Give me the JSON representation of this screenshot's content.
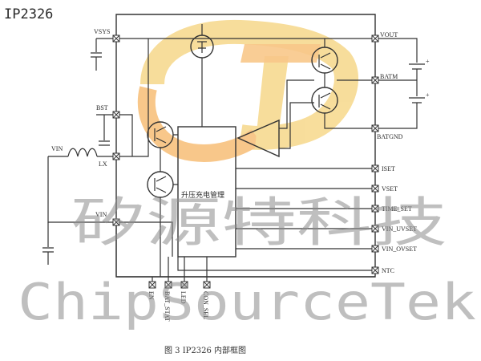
{
  "chip_name": "IP2326",
  "caption": "图 3   IP2326 内部框图",
  "block_label": "升压充电管理",
  "watermark": {
    "chinese": "矽源特科技",
    "english": "ChipSourceTek",
    "logo": "ST"
  },
  "pins_left": {
    "vsys": "VSYS",
    "bst": "BST",
    "lx": "LX",
    "vin": "VIN"
  },
  "external_vin_label": "VIN",
  "pins_right": {
    "vout": "VOUT",
    "batm": "BATM",
    "batgnd": "BATGND",
    "iset": "ISET",
    "vset": "VSET",
    "time_set": "TIME_SET",
    "vin_uvset": "VIN_UVSET",
    "vin_ovset": "VIN_OVSET",
    "ntc": "NTC"
  },
  "pins_bottom": {
    "en": "EN",
    "bat_stat": "BAT_STAT",
    "led": "LED",
    "con_sel": "CON_SEL"
  },
  "colors": {
    "logo_gold": "#f2c24a",
    "logo_orange": "#f39a2b",
    "watermark_gray": "#8c8c8c",
    "line": "#333333"
  }
}
